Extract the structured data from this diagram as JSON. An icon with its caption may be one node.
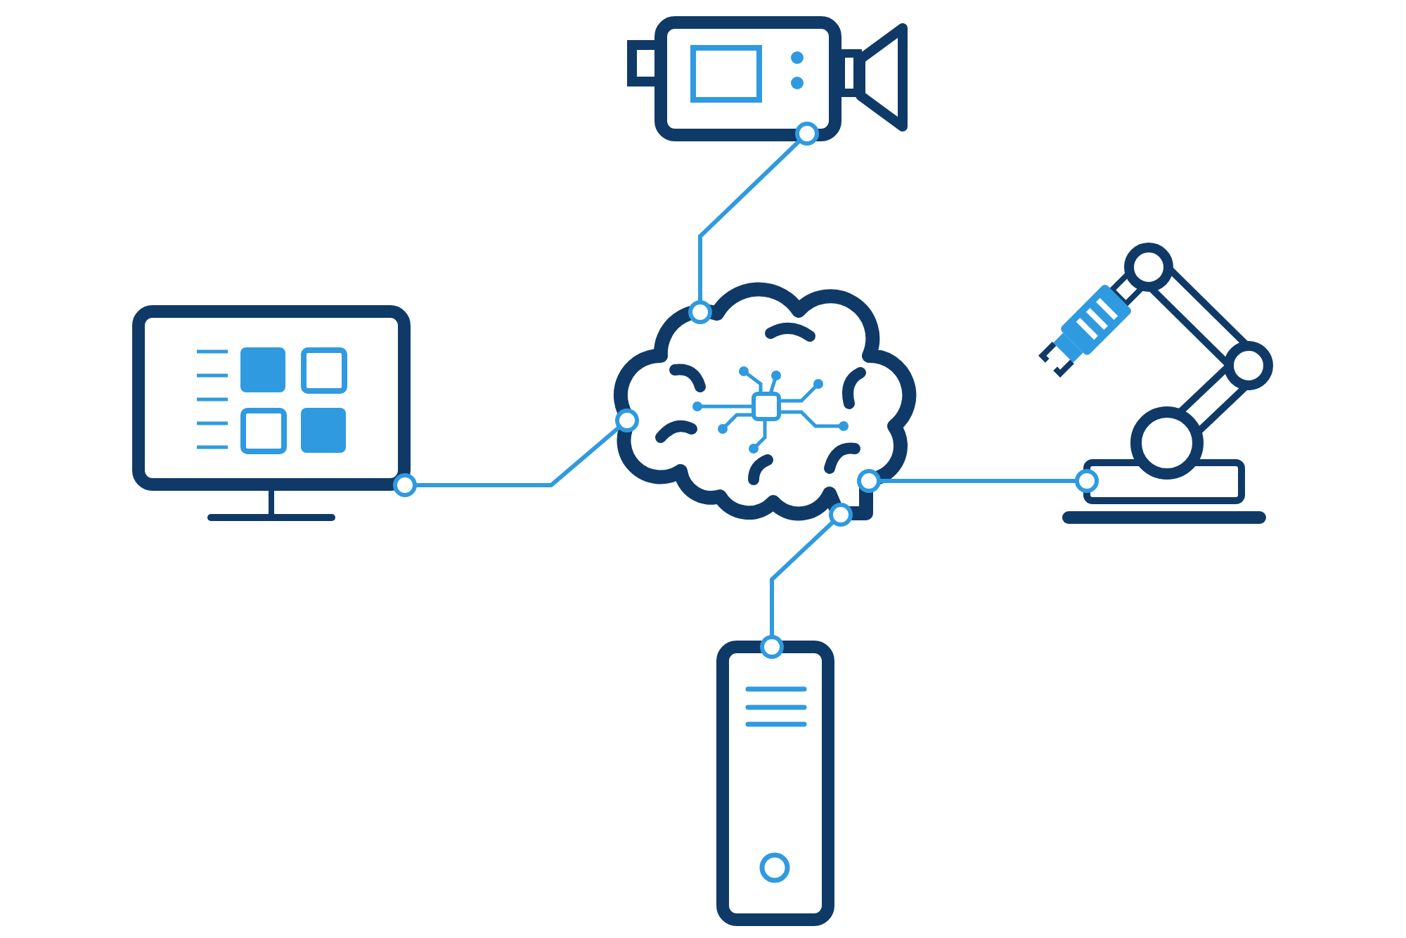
{
  "diagram": {
    "nodes": [
      {
        "text": [],
        "shape": "picture"
      },
      {
        "text": [],
        "shape": "picture"
      },
      {
        "text": [],
        "shape": "picture"
      },
      {
        "text": [],
        "shape": "picture"
      },
      {
        "text": [],
        "shape": "picture"
      }
    ],
    "edges": [
      {
        "from": 2,
        "to": 0,
        "arrow": "other"
      },
      {
        "from": 2,
        "to": 1,
        "arrow": "other"
      },
      {
        "from": 2,
        "to": 3,
        "arrow": "other"
      },
      {
        "from": 2,
        "to": 4,
        "arrow": "other"
      }
    ]
  }
}
